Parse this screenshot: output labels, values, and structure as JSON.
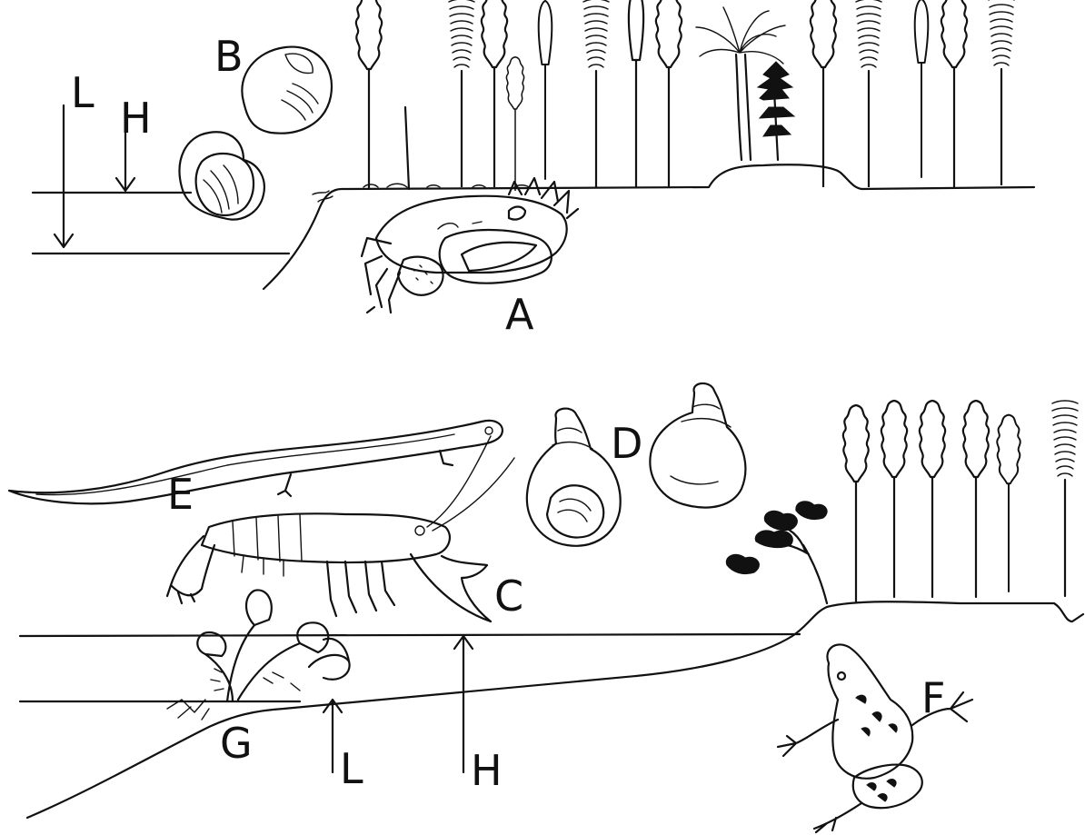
{
  "top_panel": {
    "labels": {
      "A": "A",
      "B": "B",
      "L": "L",
      "H": "H"
    }
  },
  "bottom_panel": {
    "labels": {
      "C": "C",
      "D": "D",
      "E": "E",
      "F": "F",
      "G": "G",
      "L": "L",
      "H": "H"
    }
  }
}
